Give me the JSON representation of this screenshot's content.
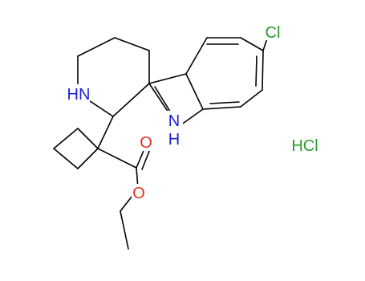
{
  "molecule": {
    "atom_labels": [
      {
        "id": "cl",
        "text": "Cl"
      },
      {
        "id": "nh-ring",
        "text": "HN"
      },
      {
        "id": "nh-indole",
        "text": "N"
      },
      {
        "id": "nh-indole-h",
        "text": "H"
      },
      {
        "id": "o-carbonyl",
        "text": "O"
      },
      {
        "id": "o-ester",
        "text": "O"
      },
      {
        "id": "hcl",
        "text": "HCl"
      }
    ]
  },
  "colors": {
    "bond": "#000000",
    "nitrogen": "#1f1fcf",
    "oxygen": "#e0301e",
    "chlorine": "#2a9a2a",
    "background": "#ffffff"
  }
}
